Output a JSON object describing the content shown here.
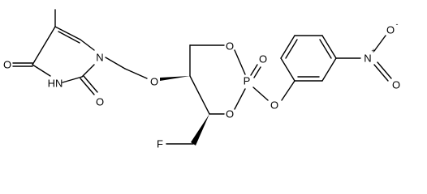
{
  "molecule": {
    "atoms": {
      "O_c4": "O",
      "N_h3": "HN",
      "O_c2": "O",
      "N_1": "N",
      "O_ether": "O",
      "O_ring_top": "O",
      "O_ring_bottom": "O",
      "P": "P",
      "O_p_double": "O",
      "O_p_aryl": "O",
      "F": "F",
      "N_nitro": "N",
      "N_nitro_charge": "+",
      "O_nitro_1": "O",
      "O_nitro_1_charge": "-",
      "O_nitro_2": "O"
    }
  }
}
